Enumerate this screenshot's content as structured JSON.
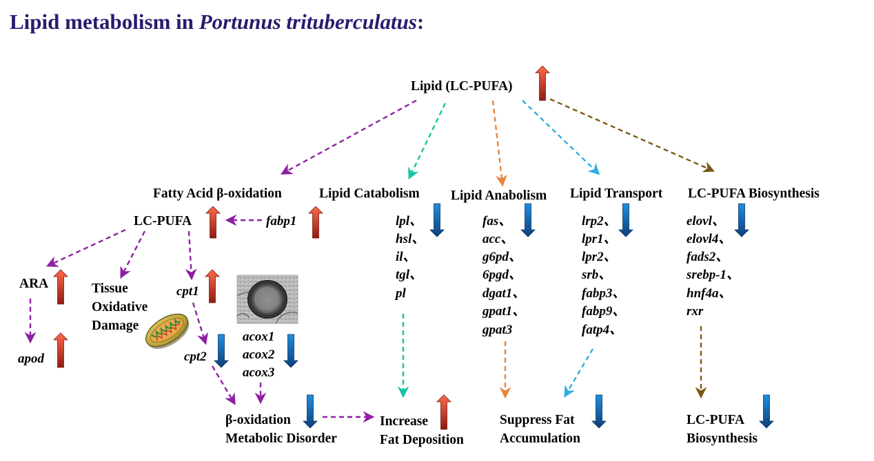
{
  "title": {
    "prefix": "Lipid metabolism in ",
    "species": "Portunus trituberculatus",
    "suffix": ":"
  },
  "colors": {
    "title": "#2a1a6e",
    "purple": "#8f1fa3",
    "teal": "#16c4a4",
    "orange": "#e8833a",
    "skyblue": "#2eaee0",
    "olive": "#7a5a10",
    "up_arrow": "#c0392b",
    "down_arrow": "#1a5fa8"
  },
  "nodes": {
    "root": "Lipid (LC-PUFA)",
    "beta_oxidation": "Fatty Acid β-oxidation",
    "catabolism": "Lipid Catabolism",
    "anabolism": "Lipid Anabolism",
    "transport": "Lipid Transport",
    "biosynthesis": "LC-PUFA Biosynthesis",
    "lcpufa": "LC-PUFA",
    "fabp1": "fabp1",
    "ara": "ARA",
    "apod": "apod",
    "tissue": [
      "Tissue",
      "Oxidative",
      "Damage"
    ],
    "cpt1": "cpt1",
    "cpt2": "cpt2",
    "acox": [
      "acox1",
      "acox2",
      "acox3"
    ],
    "beta_disorder": [
      "β-oxidation",
      "Metabolic Disorder"
    ],
    "increase_fat": [
      "Increase",
      "Fat Deposition"
    ],
    "suppress_fat": [
      "Suppress Fat",
      "Accumulation"
    ],
    "biosynth_out": [
      "LC-PUFA",
      "Biosynthesis"
    ]
  },
  "gene_lists": {
    "catabolism": [
      "lpl、",
      "hsl、",
      "il、",
      "tgl、",
      "pl"
    ],
    "anabolism": [
      "fas、",
      "acc、",
      "g6pd、",
      "6pgd、",
      "dgat1、",
      "gpat1、",
      "gpat3"
    ],
    "transport": [
      "lrp2、",
      "lpr1、",
      "lpr2、",
      "srb、",
      "fabp3、",
      "fabp9、",
      "fatp4、"
    ],
    "biosynthesis": [
      "elovl、",
      "elovl4、",
      "fads2、",
      "srebp-1、",
      "hnf4a、",
      "rxr"
    ]
  },
  "icons": {
    "up": "red-up-arrow-icon",
    "down": "blue-down-arrow-icon",
    "mitochondrion": "mitochondrion-icon",
    "micrograph": "lipid-droplet-micrograph"
  }
}
